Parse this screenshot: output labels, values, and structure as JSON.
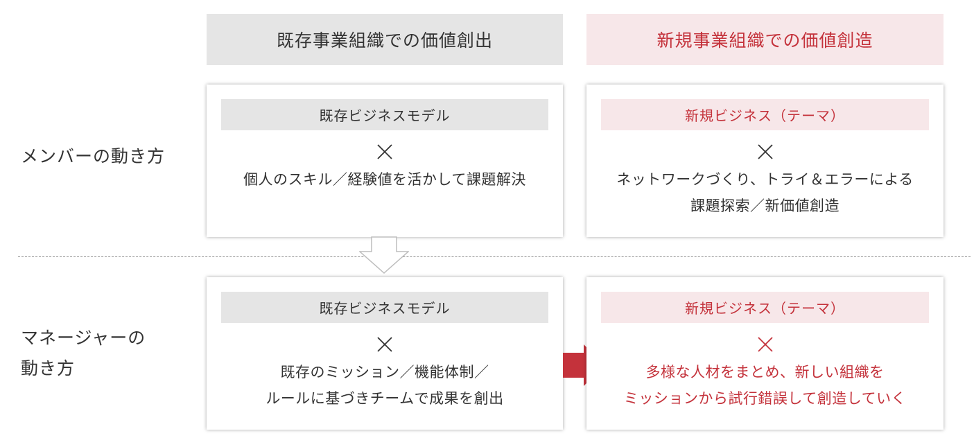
{
  "headers": {
    "existing": "既存事業組織での価値創出",
    "new": "新規事業組織での価値創造"
  },
  "rows": {
    "member": {
      "label": "メンバーの動き方"
    },
    "manager": {
      "label_line1": "マネージャーの",
      "label_line2": "動き方"
    }
  },
  "cards": {
    "member_existing": {
      "model": "既存ビジネスモデル",
      "cross": "×",
      "lines": [
        "個人のスキル／経験値を活かして課題解決"
      ]
    },
    "member_new": {
      "model": "新規ビジネス（テーマ）",
      "cross": "×",
      "lines": [
        "ネットワークづくり、トライ＆エラーによる",
        "課題探索／新価値創造"
      ]
    },
    "manager_existing": {
      "model": "既存ビジネスモデル",
      "cross": "×",
      "lines": [
        "既存のミッション／機能体制／",
        "ルールに基づきチームで成果を創出"
      ]
    },
    "manager_new": {
      "model": "新規ビジネス（テーマ）",
      "cross": "×",
      "lines": [
        "多様な人材をまとめ、新しい組織を",
        "ミッションから試行錯誤して創造していく"
      ]
    }
  },
  "colors": {
    "accent_red": "#c4323b",
    "gray_fill": "#e5e5e5",
    "pink_fill": "#f7e7e9",
    "text": "#333333"
  },
  "icons": {
    "cross": "cross-icon",
    "down_arrow": "down-arrow-icon",
    "right_arrow": "right-arrow-icon"
  }
}
